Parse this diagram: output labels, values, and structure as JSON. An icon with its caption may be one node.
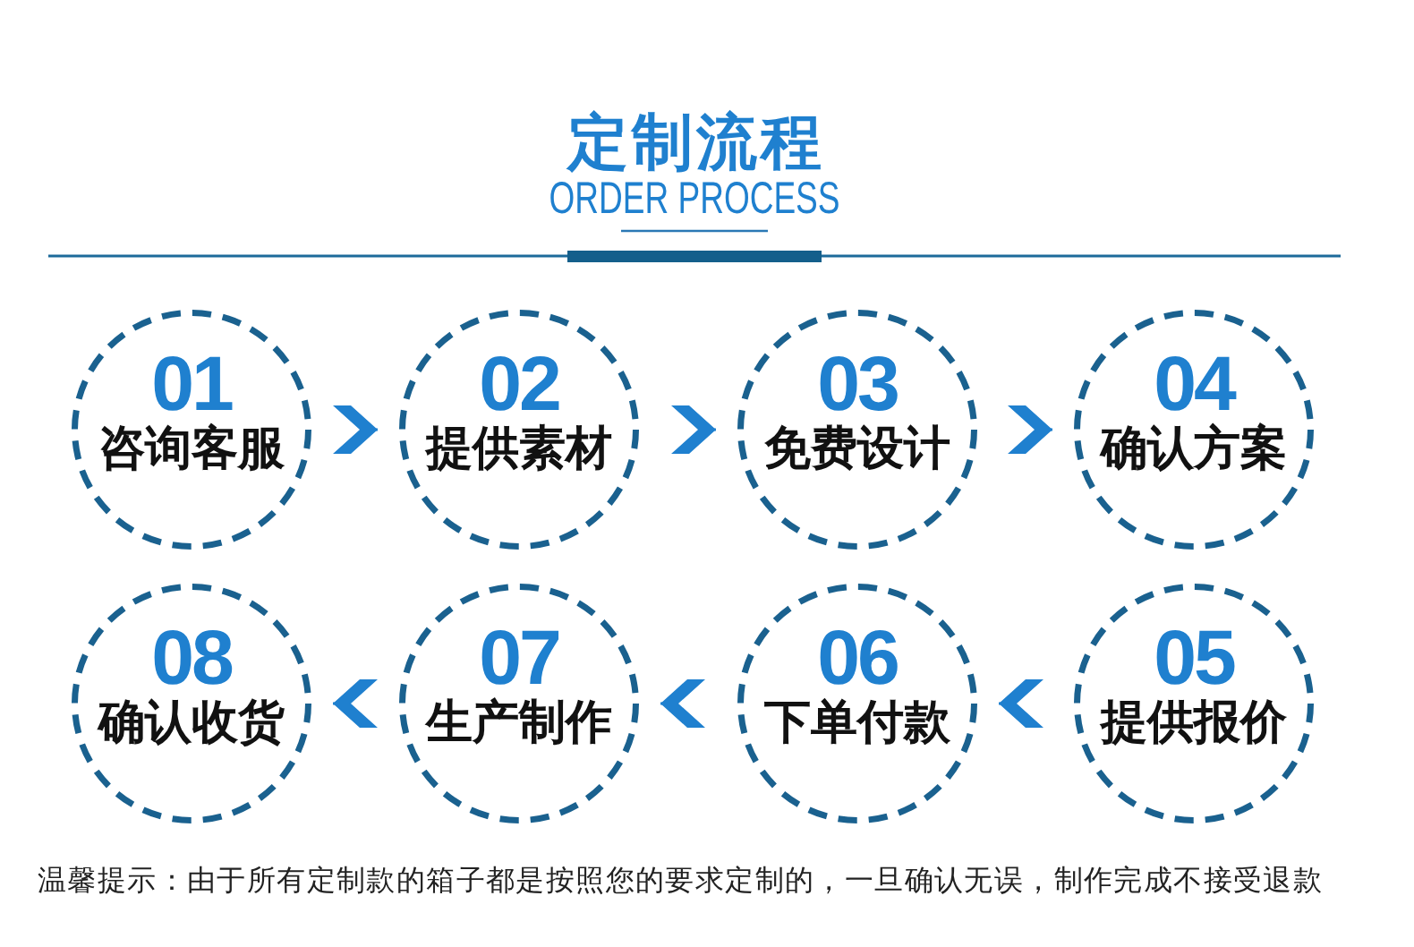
{
  "diagram": {
    "title": "定制流程",
    "nodes": [
      {
        "text": [
          "01",
          "咨询客服"
        ]
      },
      {
        "text": [
          "02",
          "提供素材"
        ]
      },
      {
        "text": [
          "03",
          "免费设计"
        ]
      },
      {
        "text": [
          "04",
          "确认方案"
        ]
      },
      {
        "text": [
          "05",
          "提供报价"
        ]
      },
      {
        "text": [
          "06",
          "下单付款"
        ]
      },
      {
        "text": [
          "07",
          "生产制作"
        ]
      },
      {
        "text": [
          "08",
          "确认收货"
        ]
      }
    ],
    "edges": [
      {
        "from": 0,
        "to": 1,
        "arrow": "to"
      },
      {
        "from": 1,
        "to": 2,
        "arrow": "to"
      },
      {
        "from": 2,
        "to": 3,
        "arrow": "to"
      },
      {
        "from": 4,
        "to": 5,
        "arrow": "to"
      },
      {
        "from": 5,
        "to": 6,
        "arrow": "to"
      },
      {
        "from": 6,
        "to": 7,
        "arrow": "to"
      }
    ],
    "labels": [
      "ORDER PROCESS",
      "温馨提示：由于所有定制款的箱子都是按照您的要求定制的，一旦确认无误，制作完成不接受退款"
    ]
  }
}
